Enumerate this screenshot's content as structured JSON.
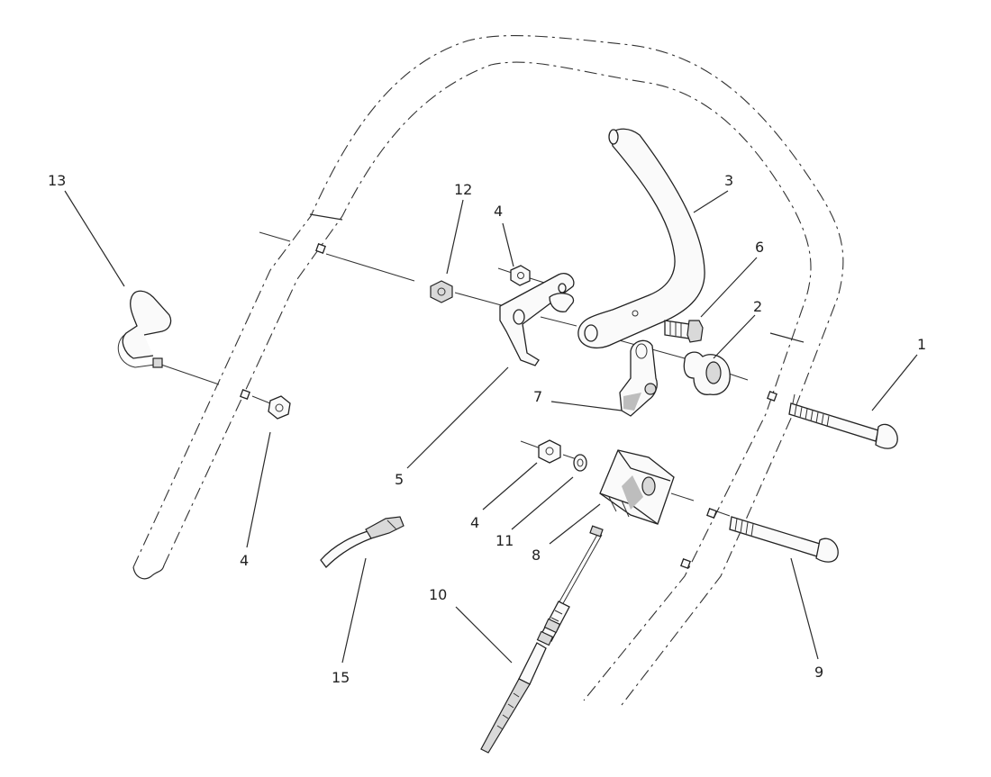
{
  "diagram": {
    "callouts": [
      {
        "id": "c1",
        "text": "1"
      },
      {
        "id": "c2",
        "text": "2"
      },
      {
        "id": "c3",
        "text": "3"
      },
      {
        "id": "c4a",
        "text": "4"
      },
      {
        "id": "c4b",
        "text": "4"
      },
      {
        "id": "c4c",
        "text": "4"
      },
      {
        "id": "c5",
        "text": "5"
      },
      {
        "id": "c6",
        "text": "6"
      },
      {
        "id": "c7",
        "text": "7"
      },
      {
        "id": "c8",
        "text": "8"
      },
      {
        "id": "c9",
        "text": "9"
      },
      {
        "id": "c10",
        "text": "10"
      },
      {
        "id": "c11",
        "text": "11"
      },
      {
        "id": "c12",
        "text": "12"
      },
      {
        "id": "c13",
        "text": "13"
      },
      {
        "id": "c15",
        "text": "15"
      }
    ]
  }
}
